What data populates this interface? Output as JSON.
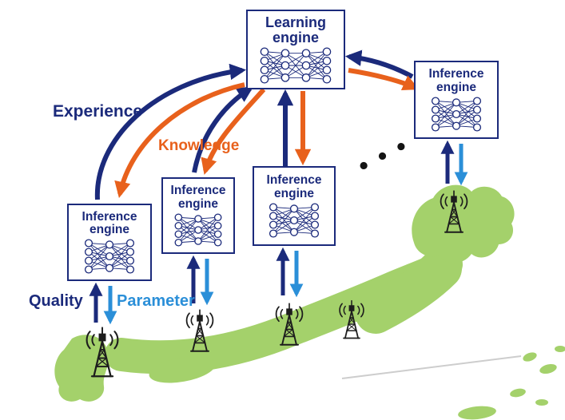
{
  "diagram": {
    "nodes": {
      "learning_engine": {
        "line1": "Learning",
        "line2": "engine"
      },
      "inference_engine": {
        "line1": "Inference",
        "line2": "engine"
      }
    },
    "edge_labels": {
      "experience": "Experience",
      "knowledge": "Knowledge",
      "quality": "Quality",
      "parameter": "Parameter"
    },
    "ellipsis": "● ● ●",
    "icons": {
      "neural_network": "neural-network-icon",
      "cell_tower": "cell-tower-icon"
    },
    "colors": {
      "navy": "#1b2a7b",
      "orange": "#e8611c",
      "blue": "#2b8fd8",
      "map_green": "#a4d16b",
      "tower_black": "#1d1d1d"
    }
  }
}
